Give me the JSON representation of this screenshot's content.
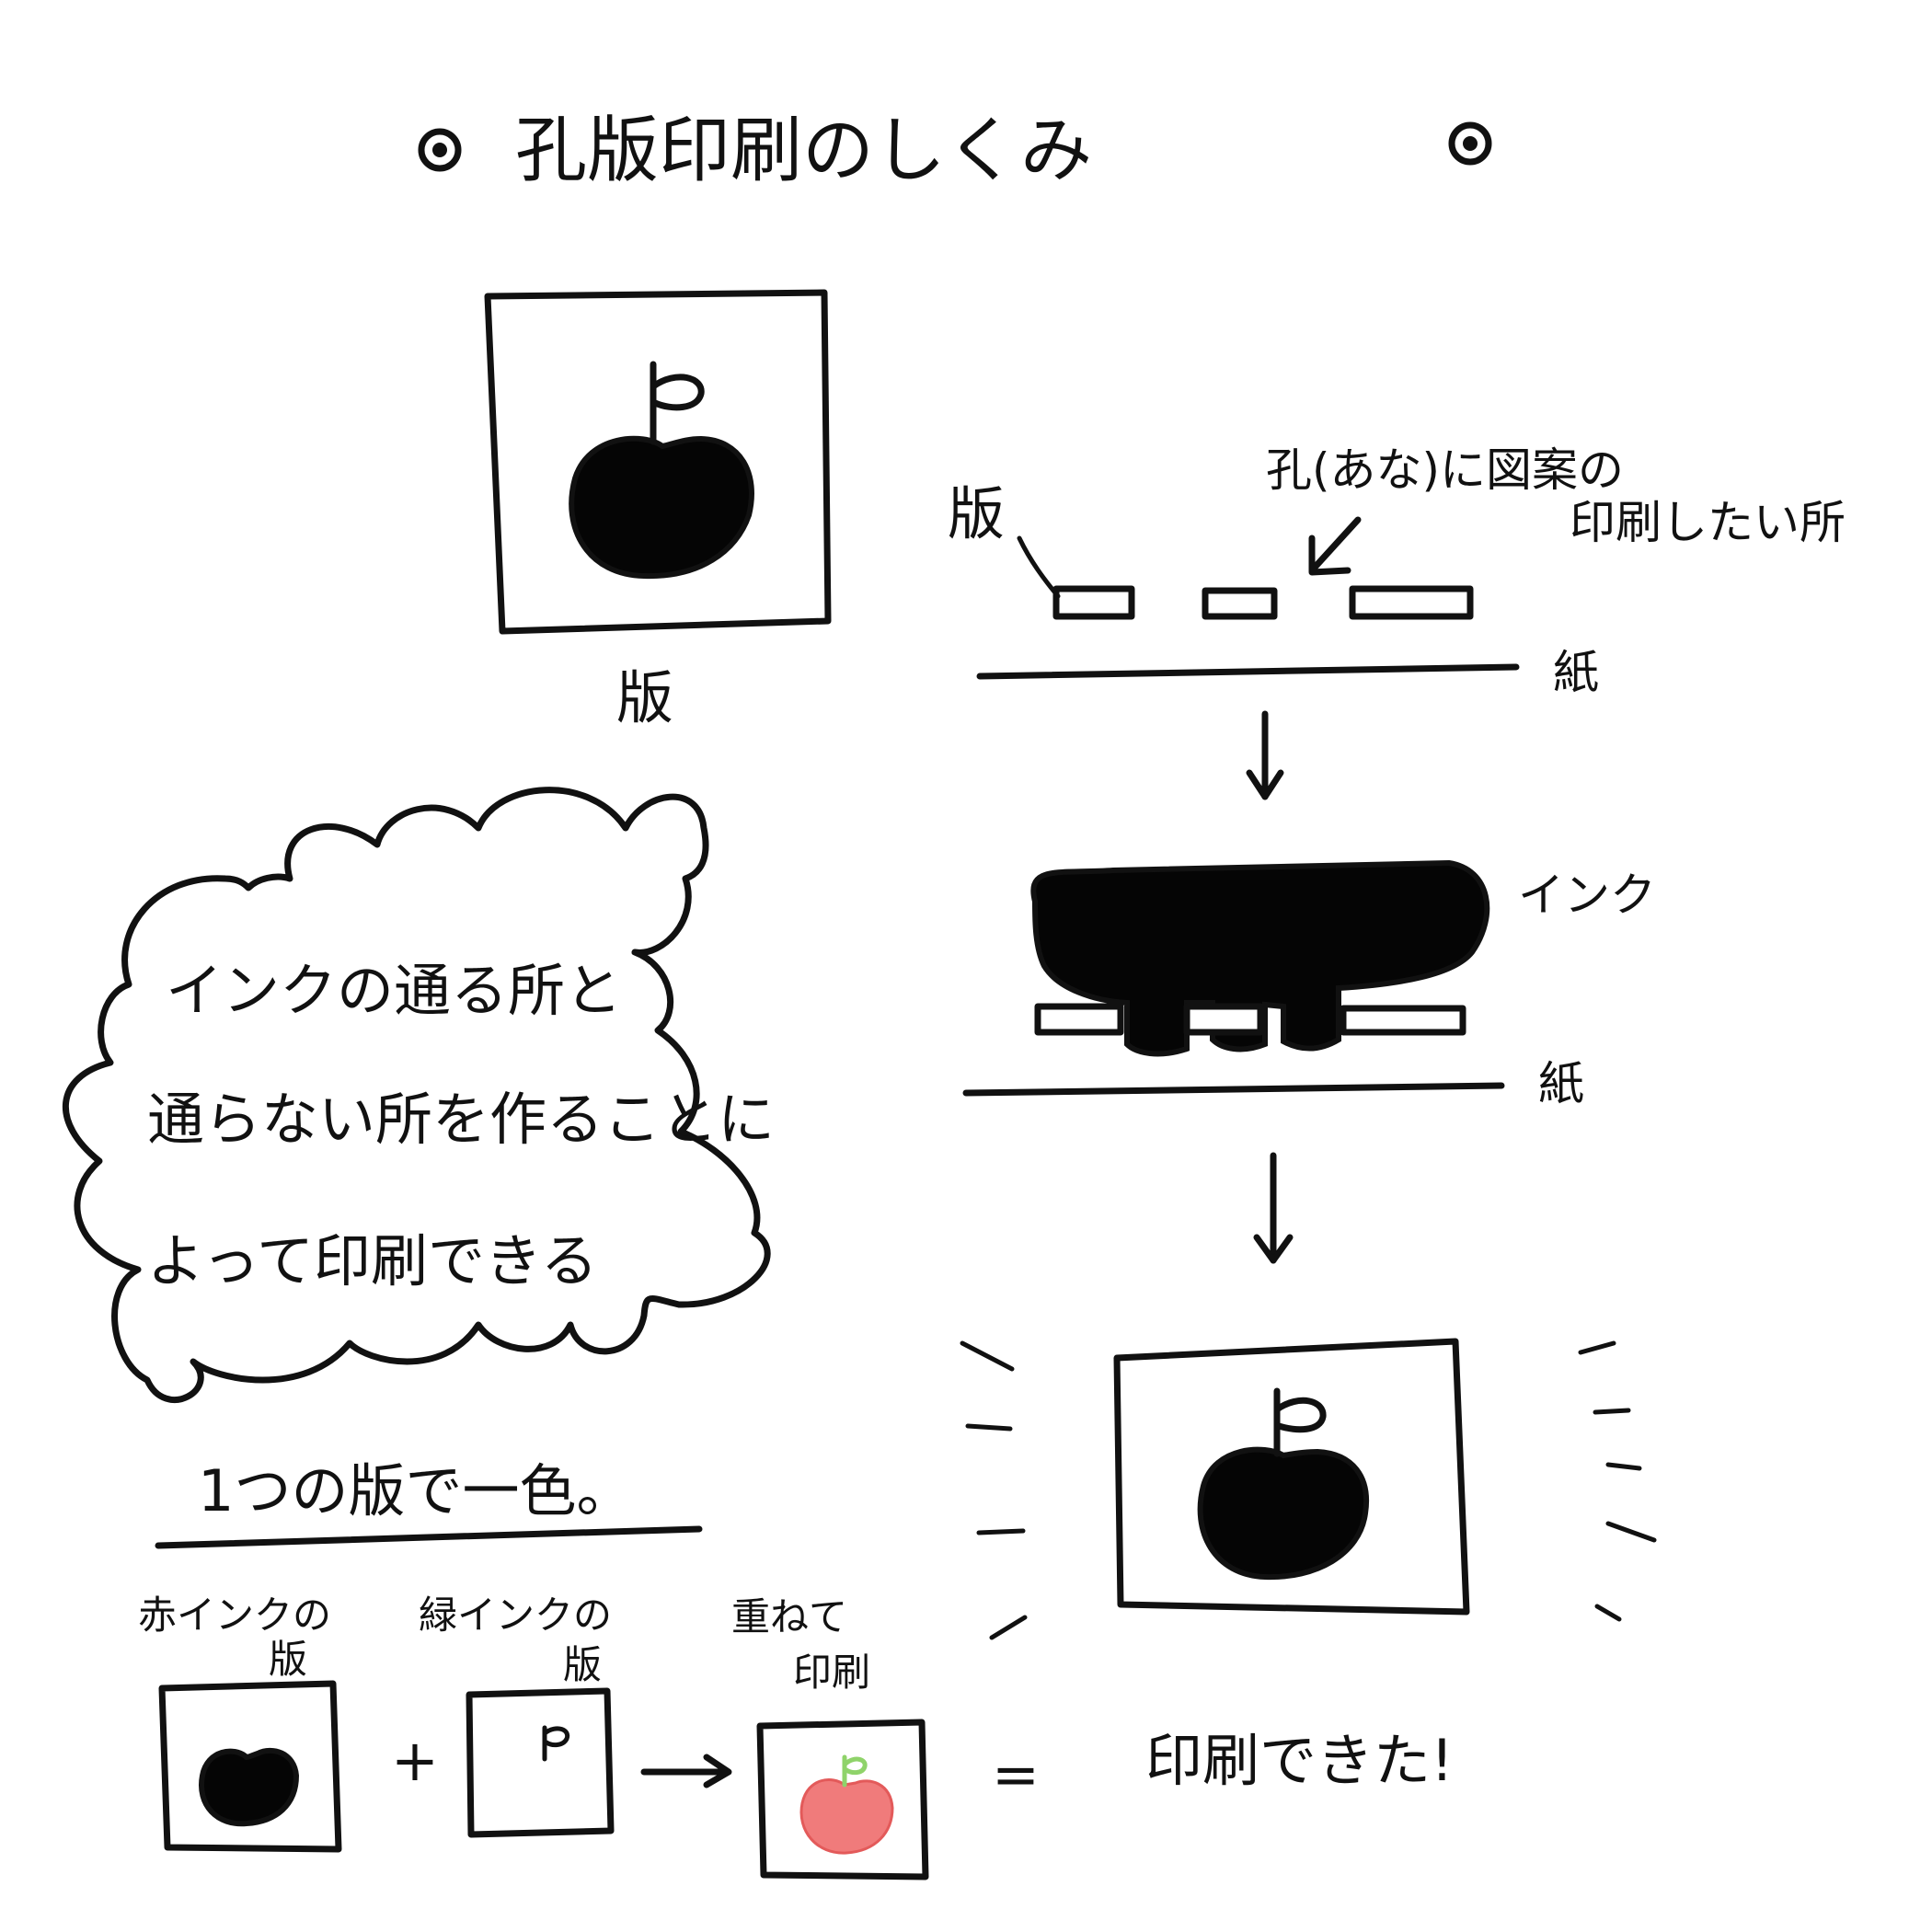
{
  "title": "孔版印刷のしくみ",
  "plate_label": "版",
  "diagram": {
    "plate_label": "版",
    "hole_note_line1": "孔(あな)に図案の",
    "hole_note_line2": "印刷したい所",
    "paper_label": "紙",
    "ink_label": "インク",
    "paper_label_2": "紙",
    "result_label": "印刷できた!"
  },
  "cloud": {
    "line1": "インクの通る所と",
    "line2": "通らない所を作ることに",
    "line3": "よって印刷できる"
  },
  "one_color": {
    "heading": "1つの版で一色。",
    "red_plate_line1": "赤インクの",
    "red_plate_line2": "版",
    "plus": "+",
    "green_plate_line1": "緑インクの",
    "green_plate_line2": "版",
    "overlap_line1": "重ねて",
    "overlap_line2": "印刷",
    "equals": "="
  },
  "colors": {
    "ink": "#111111",
    "apple_red": "#f07b7b",
    "stem_green": "#8fd36a"
  }
}
